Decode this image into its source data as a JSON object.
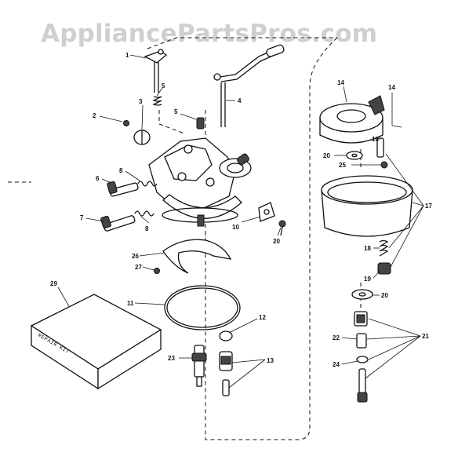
{
  "watermark": "AppliancePartsPros.com",
  "kit_label": "REPAIR KIT",
  "callouts": [
    {
      "id": "c1",
      "text": "1"
    },
    {
      "id": "c2",
      "text": "2"
    },
    {
      "id": "c3",
      "text": "3"
    },
    {
      "id": "c5a",
      "text": "5"
    },
    {
      "id": "c5b",
      "text": "5"
    },
    {
      "id": "c4",
      "text": "4"
    },
    {
      "id": "c6",
      "text": "6"
    },
    {
      "id": "c8a",
      "text": "8"
    },
    {
      "id": "c7",
      "text": "7"
    },
    {
      "id": "c8b",
      "text": "8"
    },
    {
      "id": "c10",
      "text": "10"
    },
    {
      "id": "c20a",
      "text": "20"
    },
    {
      "id": "c26",
      "text": "26"
    },
    {
      "id": "c27",
      "text": "27"
    },
    {
      "id": "c29",
      "text": "29"
    },
    {
      "id": "c11",
      "text": "11"
    },
    {
      "id": "c12",
      "text": "12"
    },
    {
      "id": "c23",
      "text": "23"
    },
    {
      "id": "c13",
      "text": "13"
    },
    {
      "id": "c14a",
      "text": "14"
    },
    {
      "id": "c14b",
      "text": "14"
    },
    {
      "id": "c16",
      "text": "16"
    },
    {
      "id": "c20b",
      "text": "20"
    },
    {
      "id": "c25",
      "text": "25"
    },
    {
      "id": "c17",
      "text": "17"
    },
    {
      "id": "c18",
      "text": "18"
    },
    {
      "id": "c19",
      "text": "19"
    },
    {
      "id": "c20c",
      "text": "20"
    },
    {
      "id": "c21",
      "text": "21"
    },
    {
      "id": "c22",
      "text": "22"
    },
    {
      "id": "c24",
      "text": "24"
    }
  ]
}
